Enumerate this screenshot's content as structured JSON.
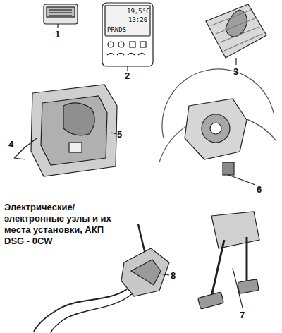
{
  "diagram": {
    "caption": "Электрические/ электронные узлы и их места установки, АКП DSG - 0CW",
    "labels": [
      "1",
      "19,5°C",
      "13:20",
      "PRNDS",
      "2",
      "3",
      "4",
      "5",
      "6",
      "7",
      "8"
    ]
  }
}
